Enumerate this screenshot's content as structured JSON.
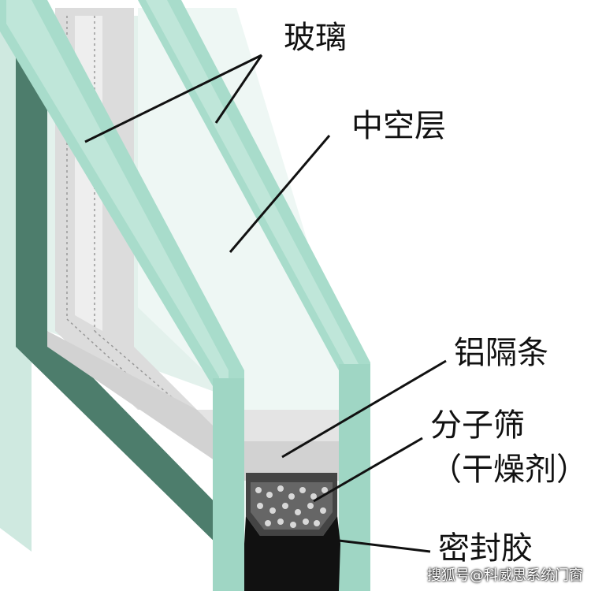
{
  "labels": {
    "glass": "玻璃",
    "cavity": "中空层",
    "aluminum_spacer": "铝隔条",
    "molecular_sieve": "分子筛",
    "desiccant": "（干燥剂）",
    "sealant": "密封胶"
  },
  "watermark": "搜狐号@科威思系统门窗",
  "colors": {
    "glass_edge": "#a8dccb",
    "glass_edge_dark": "#86c3af",
    "glass_face": "#eaf6f2",
    "inner_face": "#d9ebe5",
    "dark_frame": "#4d7d6c",
    "spacer": "#c9c9c9",
    "sealant": "#111111",
    "leader_line": "#111111"
  }
}
